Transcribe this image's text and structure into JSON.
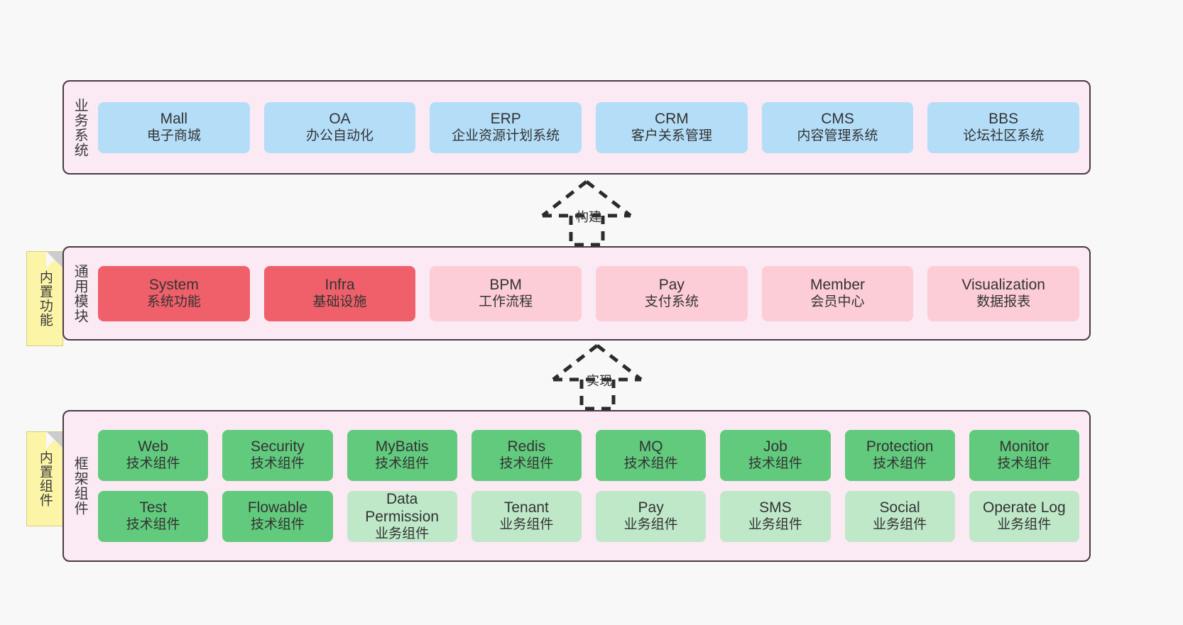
{
  "diagram": {
    "title_hidden": "",
    "colors": {
      "layer_bg": "#fbeaf4",
      "layer_border": "#4a3b45",
      "business": "#b4def8",
      "module_core": "#f0606a",
      "module_plain": "#fccdd6",
      "tech_component": "#62ca7d",
      "business_component": "#bfe8c8",
      "note_bg": "#fcf5a8",
      "canvas_bg": "#f8f8f8"
    }
  },
  "layers": {
    "business": {
      "title": "业务系统",
      "items": [
        {
          "en": "Mall",
          "cn": "电子商城"
        },
        {
          "en": "OA",
          "cn": "办公自动化"
        },
        {
          "en": "ERP",
          "cn": "企业资源计划系统"
        },
        {
          "en": "CRM",
          "cn": "客户关系管理"
        },
        {
          "en": "CMS",
          "cn": "内容管理系统"
        },
        {
          "en": "BBS",
          "cn": "论坛社区系统"
        }
      ]
    },
    "common": {
      "title": "通用模块",
      "note": "内置功能",
      "items": [
        {
          "en": "System",
          "cn": "系统功能",
          "color": "c-red"
        },
        {
          "en": "Infra",
          "cn": "基础设施",
          "color": "c-red"
        },
        {
          "en": "BPM",
          "cn": "工作流程",
          "color": "c-pink"
        },
        {
          "en": "Pay",
          "cn": "支付系统",
          "color": "c-pink"
        },
        {
          "en": "Member",
          "cn": "会员中心",
          "color": "c-pink"
        },
        {
          "en": "Visualization",
          "cn": "数据报表",
          "color": "c-pink"
        }
      ]
    },
    "framework": {
      "title": "框架组件",
      "note": "内置组件",
      "row1": [
        {
          "en": "Web",
          "cn": "技术组件",
          "color": "c-green"
        },
        {
          "en": "Security",
          "cn": "技术组件",
          "color": "c-green"
        },
        {
          "en": "MyBatis",
          "cn": "技术组件",
          "color": "c-green"
        },
        {
          "en": "Redis",
          "cn": "技术组件",
          "color": "c-green"
        },
        {
          "en": "MQ",
          "cn": "技术组件",
          "color": "c-green"
        },
        {
          "en": "Job",
          "cn": "技术组件",
          "color": "c-green"
        },
        {
          "en": "Protection",
          "cn": "技术组件",
          "color": "c-green"
        },
        {
          "en": "Monitor",
          "cn": "技术组件",
          "color": "c-green"
        }
      ],
      "row2": [
        {
          "en": "Test",
          "cn": "技术组件",
          "color": "c-green"
        },
        {
          "en": "Flowable",
          "cn": "技术组件",
          "color": "c-green"
        },
        {
          "en": "Data Permission",
          "cn": "业务组件",
          "color": "c-lightgreen"
        },
        {
          "en": "Tenant",
          "cn": "业务组件",
          "color": "c-lightgreen"
        },
        {
          "en": "Pay",
          "cn": "业务组件",
          "color": "c-lightgreen"
        },
        {
          "en": "SMS",
          "cn": "业务组件",
          "color": "c-lightgreen"
        },
        {
          "en": "Social",
          "cn": "业务组件",
          "color": "c-lightgreen"
        },
        {
          "en": "Operate Log",
          "cn": "业务组件",
          "color": "c-lightgreen"
        }
      ]
    }
  },
  "connectors": [
    {
      "label": "构建",
      "from": "common",
      "to": "business",
      "style": "dashed-generalization"
    },
    {
      "label": "实现",
      "from": "framework",
      "to": "common",
      "style": "dashed-generalization"
    }
  ]
}
